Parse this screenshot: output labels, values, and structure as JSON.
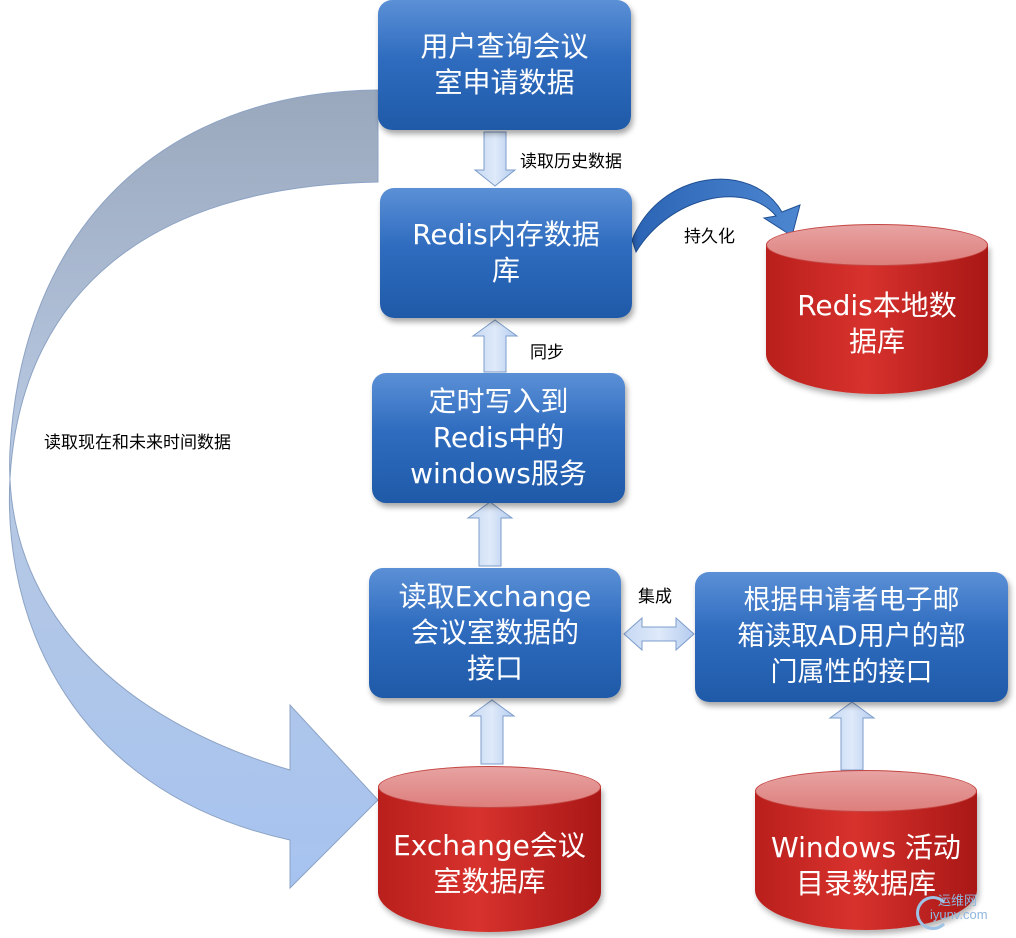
{
  "nodes": {
    "query": "用户查询会议\n室申请数据",
    "redis_mem": "Redis内存数据\n库",
    "redis_local": "Redis本地数\n据库",
    "timer_service": "定时写入到\nRedis中的\nwindows服务",
    "exchange_api": "读取Exchange\n会议室数据的\n接口",
    "ad_api": "根据申请者电子邮\n箱读取AD用户的部\n门属性的接口",
    "exchange_db": "Exchange会议\n室数据库",
    "ad_db": "Windows 活动\n目录数据库"
  },
  "edges": {
    "read_history": "读取历史数据",
    "persist": "持久化",
    "sync": "同步",
    "integrate": "集成",
    "read_current_future": "读取现在和未来时间数据"
  },
  "watermark": {
    "line1": "运维网",
    "line2": "iyunv.com"
  },
  "colors": {
    "box_blue": "#2f6cbf",
    "db_red": "#c8282a",
    "arrow_blue": "#a9c6ef"
  }
}
